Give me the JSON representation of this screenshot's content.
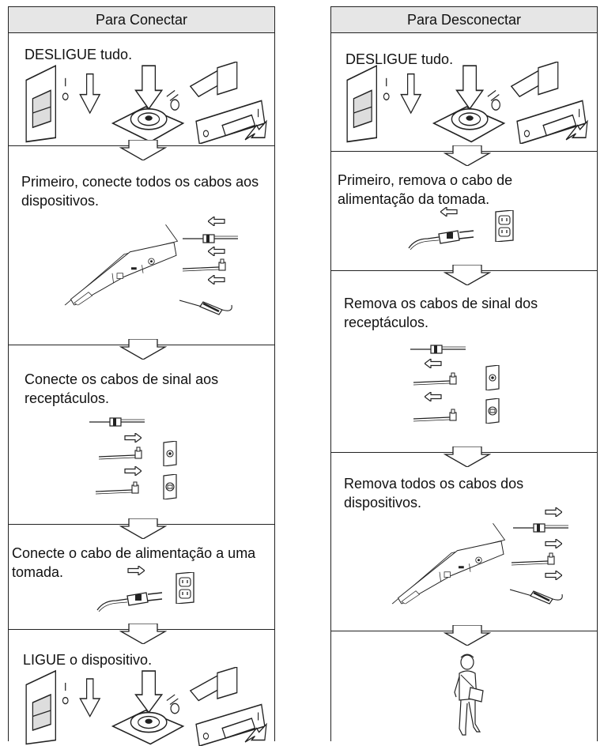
{
  "left": {
    "header": "Para Conectar",
    "steps": [
      "DESLIGUE tudo.",
      "Primeiro, conecte todos os cabos aos dispositivos.",
      "Conecte os cabos de sinal aos receptáculos.",
      "Conecte o cabo de alimentação a uma tomada.",
      "LIGUE o dispositivo."
    ]
  },
  "right": {
    "header": "Para Desconectar",
    "steps": [
      "DESLIGUE tudo.",
      "Primeiro, remova o cabo de alimentação da tomada.",
      "Remova os cabos de sinal dos receptáculos.",
      "Remova todos os cabos dos dispositivos."
    ]
  },
  "colors": {
    "line": "#222222",
    "header_bg": "#e6e6e6",
    "arrow_fill": "#ffffff"
  }
}
